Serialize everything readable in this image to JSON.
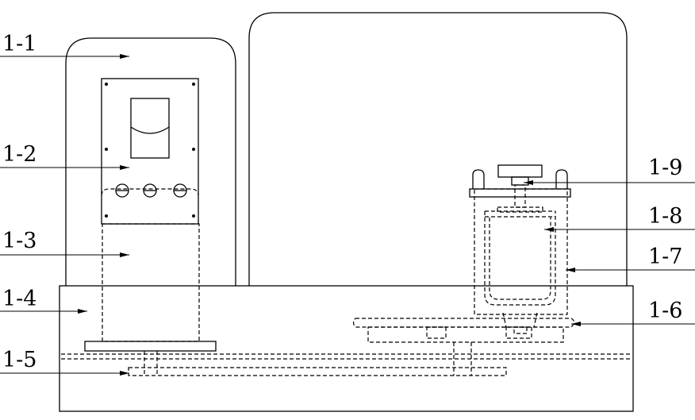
{
  "labels": [
    {
      "id": "1-1",
      "text": "1-1"
    },
    {
      "id": "1-2",
      "text": "1-2"
    },
    {
      "id": "1-3",
      "text": "1-3"
    },
    {
      "id": "1-4",
      "text": "1-4"
    },
    {
      "id": "1-5",
      "text": "1-5"
    },
    {
      "id": "1-6",
      "text": "1-6"
    },
    {
      "id": "1-7",
      "text": "1-7"
    },
    {
      "id": "1-8",
      "text": "1-8"
    },
    {
      "id": "1-9",
      "text": "1-9"
    }
  ]
}
